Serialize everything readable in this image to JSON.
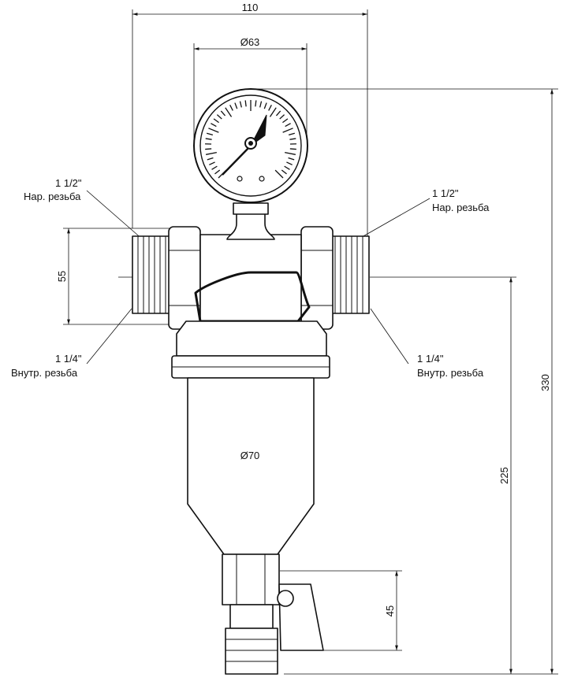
{
  "dimensions": {
    "overall_width": "110",
    "gauge_diameter": "Ø63",
    "port_height": "55",
    "bowl_diameter": "Ø70",
    "total_height": "330",
    "bowl_height": "225",
    "drain_height": "45"
  },
  "callouts": {
    "left_top_size": "1 1/2\"",
    "left_top_type": "Нар. резьба",
    "right_top_size": "1 1/2\"",
    "right_top_type": "Нар. резьба",
    "left_bottom_size": "1 1/4\"",
    "left_bottom_type": "Внутр. резьба",
    "right_bottom_size": "1 1/4\"",
    "right_bottom_type": "Внутр. резьба"
  },
  "colors": {
    "line": "#111111",
    "background": "#ffffff"
  }
}
